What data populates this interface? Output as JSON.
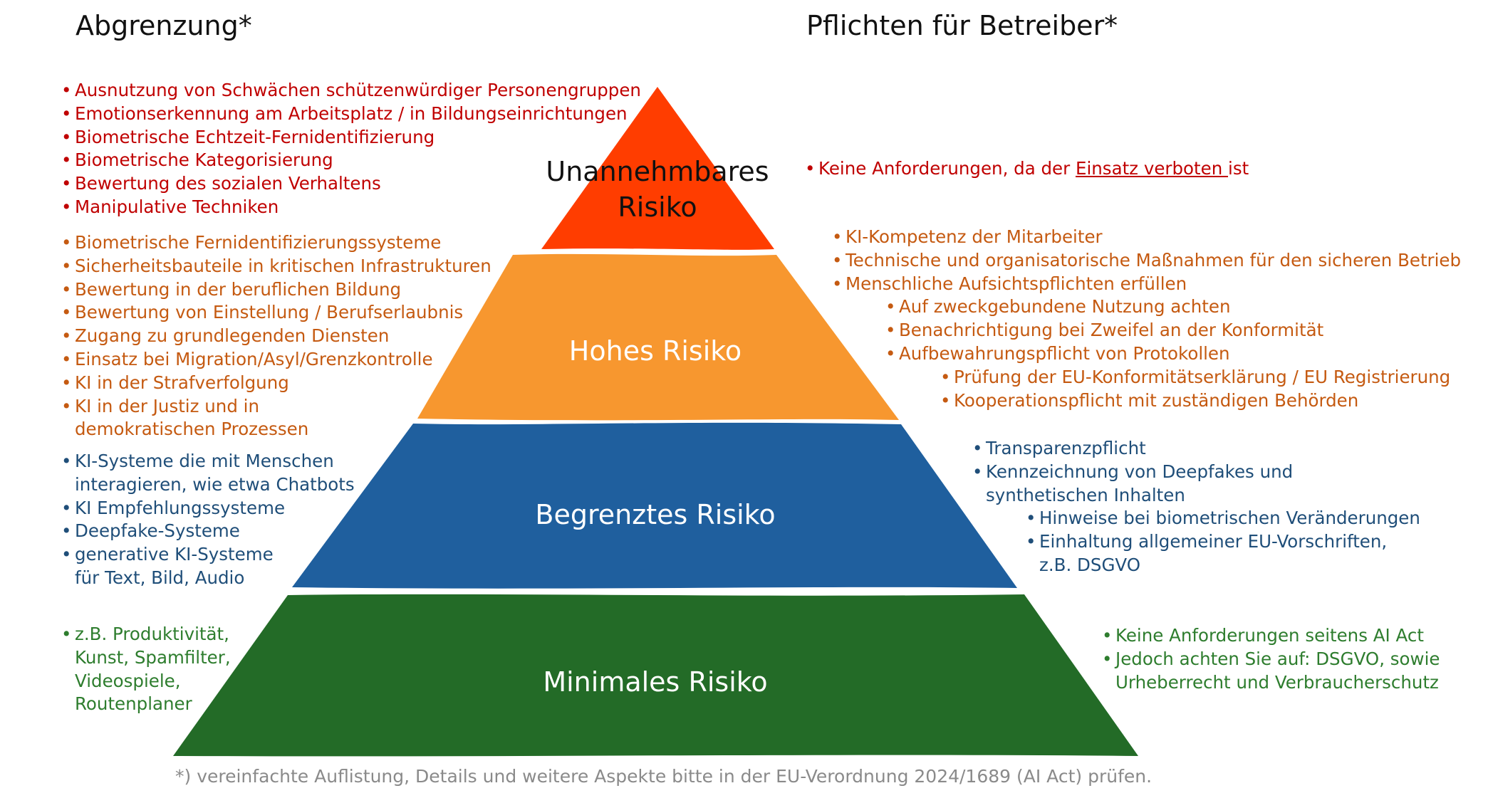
{
  "headings": {
    "left": "Abgrenzung*",
    "right": "Pflichten für Betreiber*"
  },
  "tiers": [
    {
      "label": "Unannehmbares Risiko",
      "color": "#ff3d00"
    },
    {
      "label": "Hohes Risiko",
      "color": "#f7972f"
    },
    {
      "label": "Begrenztes Risiko",
      "color": "#1f5f9e"
    },
    {
      "label": "Minimales Risiko",
      "color": "#236b27"
    }
  ],
  "tier_label_lines": {
    "unacceptable_1": "Unannehmbares",
    "unacceptable_2": "Risiko"
  },
  "left": {
    "unacceptable": [
      "Ausnutzung von Schwächen schützenwürdiger Personengruppen",
      "Emotionserkennung am Arbeitsplatz / in Bildungseinrichtungen",
      "Biometrische Echtzeit-Fernidentifizierung",
      "Biometrische Kategorisierung",
      "Bewertung des sozialen Verhaltens",
      "Manipulative Techniken"
    ],
    "high": [
      "Biometrische Fernidentifizierungssysteme",
      "Sicherheitsbauteile in kritischen Infrastrukturen",
      "Bewertung in der beruflichen Bildung",
      "Bewertung von Einstellung / Berufserlaubnis",
      "Zugang zu grundlegenden Diensten",
      "Einsatz bei Migration/Asyl/Grenzkontrolle",
      "KI in der Strafverfolgung",
      "KI in der Justiz und in",
      "demokratischen Prozessen"
    ],
    "limited": [
      "KI-Systeme die mit Menschen",
      "interagieren, wie etwa Chatbots",
      "KI Empfehlungssysteme",
      "Deepfake-Systeme",
      "generative KI-Systeme",
      "für Text, Bild, Audio"
    ],
    "minimal": [
      "z.B. Produktivität,",
      "Kunst, Spamfilter,",
      "Videospiele,",
      "Routenplaner"
    ]
  },
  "right": {
    "unacceptable": {
      "prefix": "Keine Anforderungen, da der ",
      "link": "Einsatz verboten ",
      "suffix": "ist"
    },
    "high": [
      "KI-Kompetenz der Mitarbeiter",
      "Technische und organisatorische Maßnahmen für den sicheren Betrieb",
      "Menschliche Aufsichtspflichten erfüllen",
      "Auf zweckgebundene Nutzung achten",
      " Benachrichtigung bei Zweifel an der Konformität",
      "Aufbewahrungspflicht von Protokollen",
      "Prüfung der EU-Konformitätserklärung / EU Registrierung",
      "Kooperationspflicht mit zuständigen Behörden"
    ],
    "limited": [
      "Transparenzpflicht",
      "Kennzeichnung von Deepfakes und",
      "synthetischen Inhalten",
      "Hinweise bei biometrischen Veränderungen",
      "Einhaltung allgemeiner EU-Vorschriften,",
      "z.B. DSGVO"
    ],
    "minimal": [
      "Keine Anforderungen seitens AI Act",
      "Jedoch achten Sie auf: DSGVO, sowie",
      "Urheberrecht und Verbraucherschutz"
    ]
  },
  "footnote": "*) vereinfachte Auflistung, Details und weitere Aspekte bitte in der EU-Verordnung 2024/1689  (AI Act) prüfen."
}
